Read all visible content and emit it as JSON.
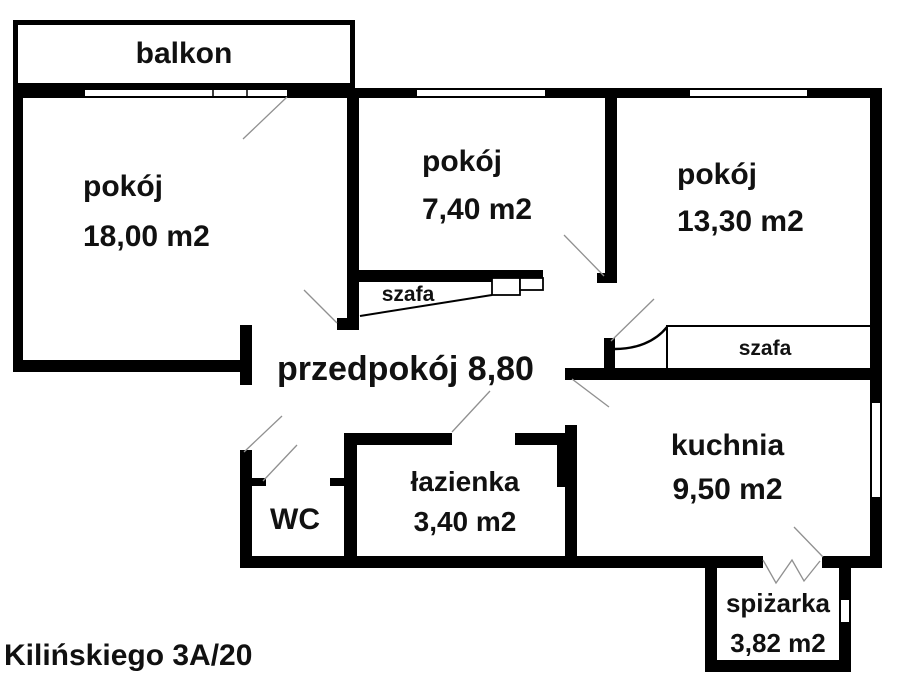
{
  "address": "Kilińskiego 3A/20",
  "rooms": {
    "balkon": {
      "label": "balkon"
    },
    "pokoj_18": {
      "name": "pokój",
      "area": "18,00 m2"
    },
    "pokoj_7": {
      "name": "pokój",
      "area": "7,40 m2"
    },
    "pokoj_13": {
      "name": "pokój",
      "area": "13,30 m2"
    },
    "przedpokoj": {
      "label": "przedpokój 8,80"
    },
    "wc": {
      "label": "WC"
    },
    "lazienka": {
      "name": "łazienka",
      "area": "3,40 m2"
    },
    "kuchnia": {
      "name": "kuchnia",
      "area": "9,50 m2"
    },
    "spizarka": {
      "name": "spiżarka",
      "area": "3,82 m2"
    },
    "szafa_left": {
      "label": "szafa"
    },
    "szafa_right": {
      "label": "szafa"
    }
  },
  "colors": {
    "wall": "#000000",
    "background": "#ffffff",
    "door_swing": "#909090"
  }
}
